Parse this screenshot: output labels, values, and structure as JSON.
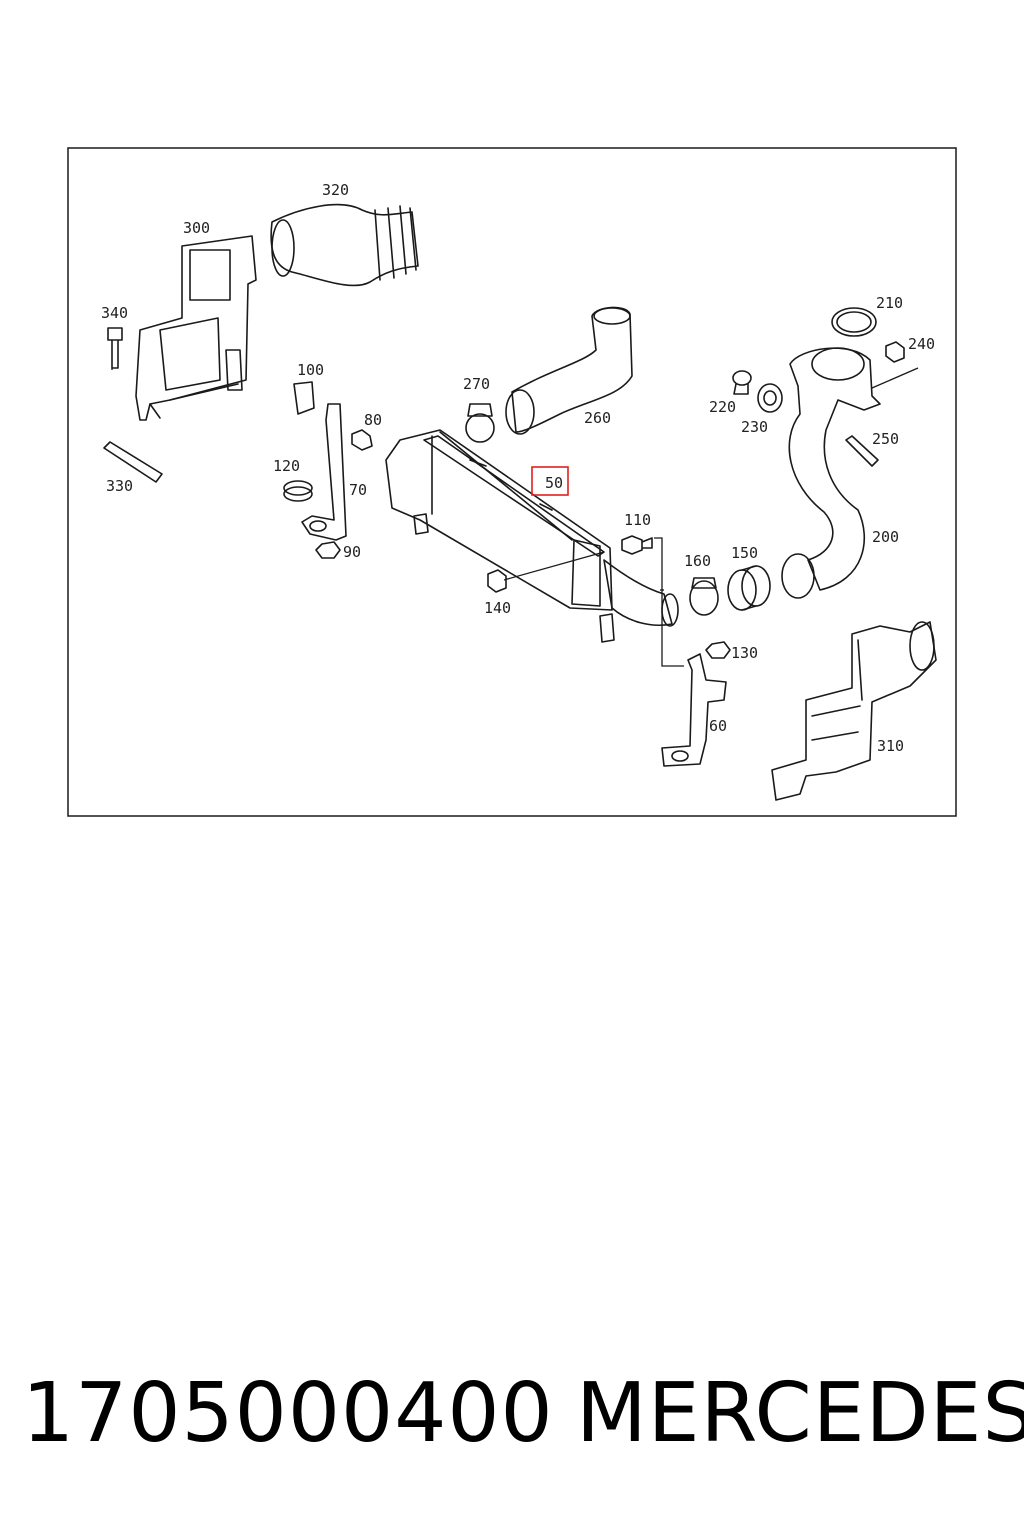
{
  "diagram": {
    "callouts": [
      {
        "id": "c320",
        "label": "320"
      },
      {
        "id": "c300",
        "label": "300"
      },
      {
        "id": "c340",
        "label": "340"
      },
      {
        "id": "c330",
        "label": "330"
      },
      {
        "id": "c100",
        "label": "100"
      },
      {
        "id": "c80",
        "label": "80"
      },
      {
        "id": "c120",
        "label": "120"
      },
      {
        "id": "c70",
        "label": "70"
      },
      {
        "id": "c90",
        "label": "90"
      },
      {
        "id": "c270",
        "label": "270"
      },
      {
        "id": "c260",
        "label": "260"
      },
      {
        "id": "c50",
        "label": "50",
        "highlighted": true
      },
      {
        "id": "c110",
        "label": "110"
      },
      {
        "id": "c140",
        "label": "140"
      },
      {
        "id": "c160",
        "label": "160"
      },
      {
        "id": "c150",
        "label": "150"
      },
      {
        "id": "c130",
        "label": "130"
      },
      {
        "id": "c60",
        "label": "60"
      },
      {
        "id": "c210",
        "label": "210"
      },
      {
        "id": "c240",
        "label": "240"
      },
      {
        "id": "c220",
        "label": "220"
      },
      {
        "id": "c230",
        "label": "230"
      },
      {
        "id": "c250",
        "label": "250"
      },
      {
        "id": "c200",
        "label": "200"
      },
      {
        "id": "c310",
        "label": "310"
      }
    ],
    "highlight_color": "#e02020"
  },
  "footer": {
    "part_number": "1705000400",
    "brand": "MERCEDES"
  }
}
